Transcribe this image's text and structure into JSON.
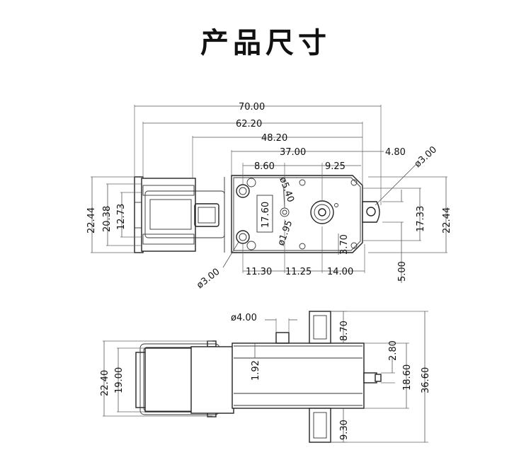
{
  "title": "产品尺寸",
  "top_view": {
    "dims": {
      "total_length": "70.00",
      "length_62": "62.20",
      "length_48": "48.20",
      "gearbox_length": "37.00",
      "tab": "4.80",
      "mount_hole_dia": "ø3.00",
      "hole_spacing_8": "8.60",
      "hole_spacing_9": "9.25",
      "boss_dia": "ø5.40",
      "center_height": "17.60",
      "shaft_dia": "ø1.95",
      "offset_370": "3.70",
      "left_hole_dia": "ø3.00",
      "bottom_11_30": "11.30",
      "bottom_11_25": "11.25",
      "bottom_14": "14.00",
      "tab_height": "5.00",
      "height_22_left": "22.44",
      "height_20": "20.38",
      "height_12": "12.73",
      "height_17": "17.33",
      "height_22_right": "22.44"
    }
  },
  "side_view": {
    "dims": {
      "pin_dia": "ø4.00",
      "ear_top": "8.70",
      "shaft_offset": "2.80",
      "thickness": "1.92",
      "height_22": "22.40",
      "height_19": "19.00",
      "height_18": "18.60",
      "height_36": "36.60",
      "ear_bottom": "9.30"
    }
  }
}
